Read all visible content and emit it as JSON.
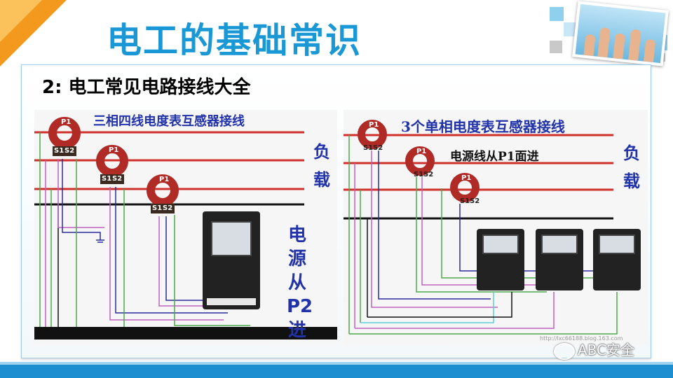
{
  "header": {
    "title": "电工的基础常识"
  },
  "section": {
    "subtitle": "2:  电工常见电路接线大全"
  },
  "left_diagram": {
    "caption": "三相四线电度表互感器接线",
    "load_label": [
      "负",
      "载"
    ],
    "source_label": [
      "电",
      "源",
      "从",
      "P2",
      "进"
    ],
    "ct_top": "P1",
    "ct_s1": "S1",
    "ct_s2": "S2"
  },
  "right_diagram": {
    "caption": "3个单相电度表互感器接线",
    "note": "电源线从P1面进",
    "load_label": [
      "负",
      "载"
    ],
    "ct_top": "P1",
    "ct_s1": "S1",
    "ct_s2": "S2",
    "blog": "http://lxc66188.blog.163.com"
  },
  "watermark": {
    "text": "ABC安全"
  },
  "colors": {
    "title": "#1a98d5",
    "accent": "#f39a1e",
    "bar": "#1d8fd1"
  }
}
